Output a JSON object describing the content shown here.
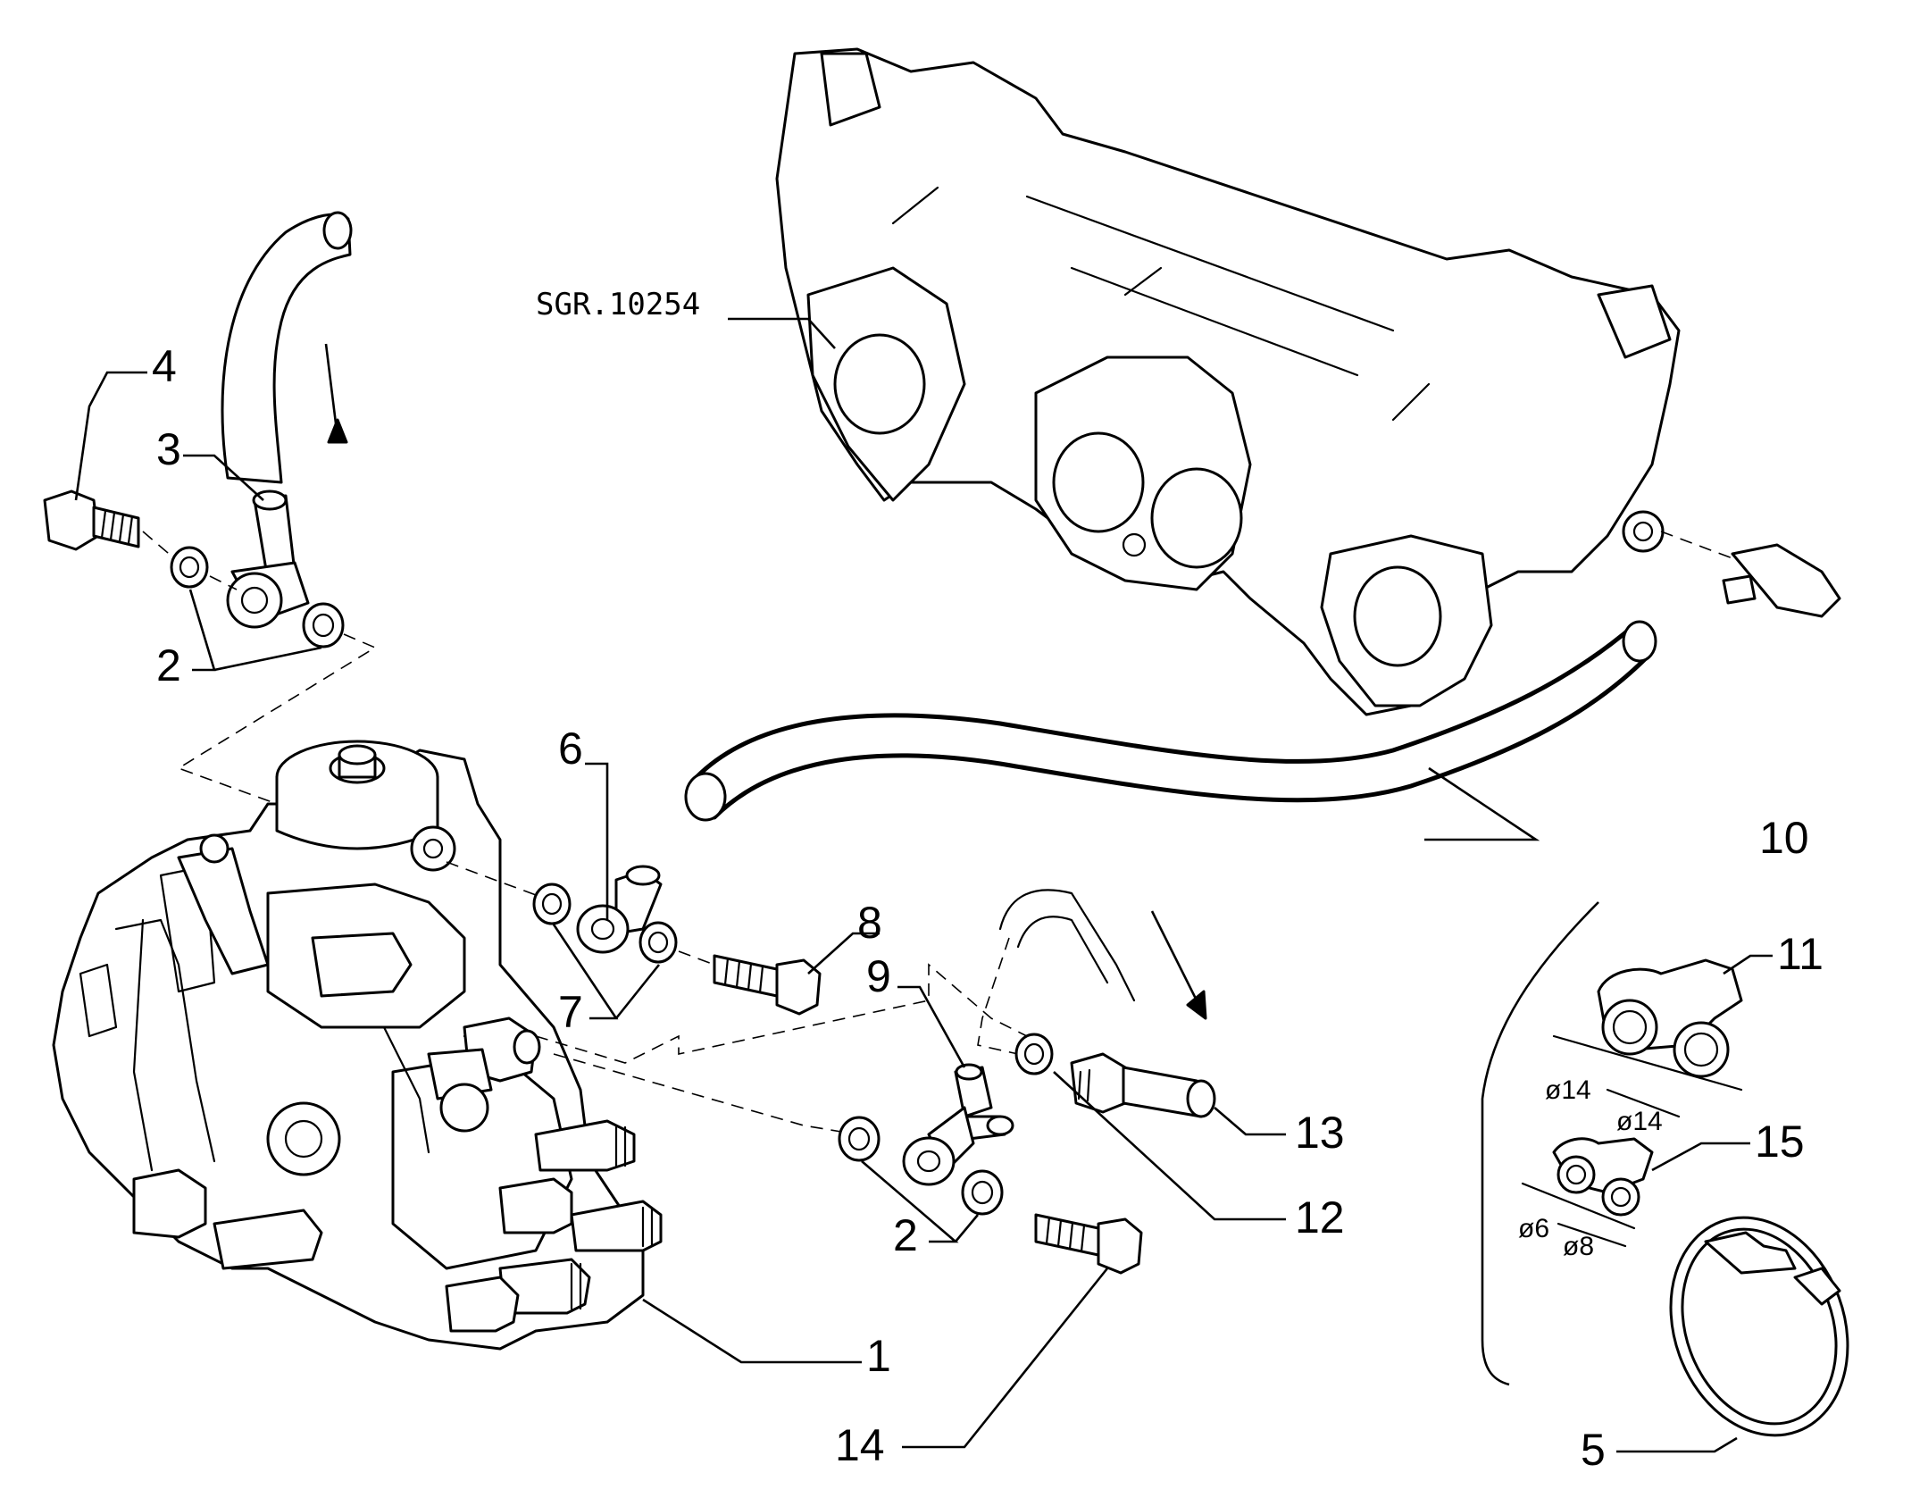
{
  "reference_code": "SGR.10254",
  "callouts": {
    "c1": "1",
    "c2a": "2",
    "c2b": "2",
    "c3": "3",
    "c4": "4",
    "c5": "5",
    "c6": "6",
    "c7": "7",
    "c8": "8",
    "c9": "9",
    "c10": "10",
    "c11": "11",
    "c12": "12",
    "c13": "13",
    "c14": "14",
    "c15": "15"
  },
  "dimensions": {
    "d14a": "ø14",
    "d14b": "ø14",
    "d6": "ø6",
    "d8": "ø8"
  }
}
